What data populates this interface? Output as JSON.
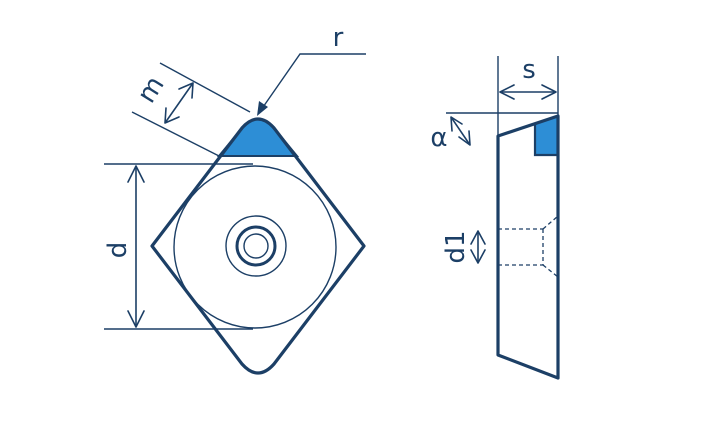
{
  "labels": {
    "r": "r",
    "m": "m",
    "d": "d",
    "s": "s",
    "alpha": "α",
    "d1": "d1"
  },
  "colors": {
    "line": "#1c3f66",
    "highlight": "#2d8ed6"
  }
}
